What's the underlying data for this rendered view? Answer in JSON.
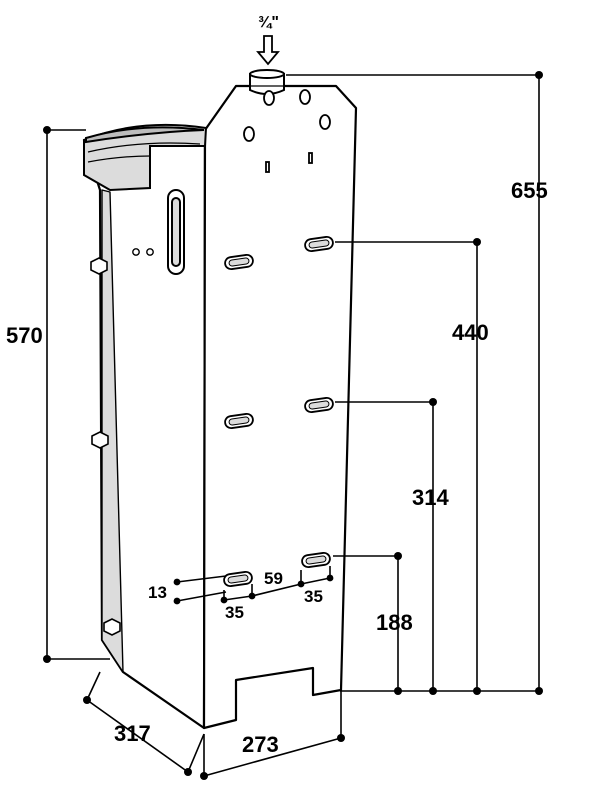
{
  "colors": {
    "ink": "#000000",
    "body_fill": "#ffffff",
    "side_shade": "#dcdcdc",
    "rim_shade": "#bdbdbd"
  },
  "labels": {
    "inlet_thread": "¾\"",
    "height_total": "655",
    "height_side": "570",
    "height_slot_top": "440",
    "height_slot_mid": "314",
    "height_slot_low": "188",
    "slot_height": "13",
    "slot_width_left": "35",
    "slot_spacing": "59",
    "slot_width_right": "35",
    "depth": "317",
    "width": "273"
  }
}
